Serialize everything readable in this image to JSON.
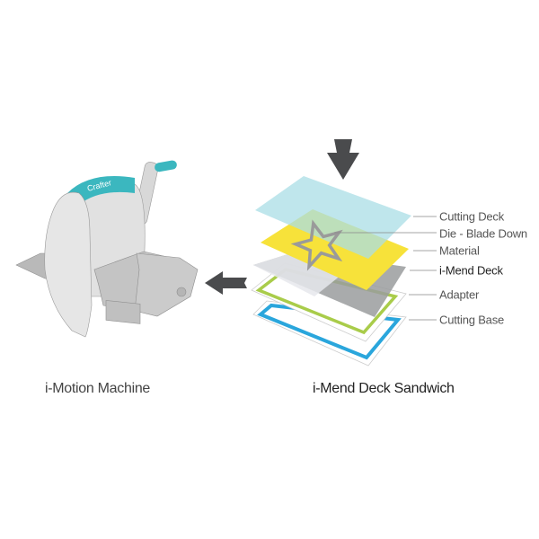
{
  "machine": {
    "caption": "i-Motion Machine",
    "logo": "Crafter"
  },
  "sandwich": {
    "caption": "i-Mend Deck Sandwich",
    "layers": [
      {
        "label": "Cutting Deck"
      },
      {
        "label": "Die - Blade Down"
      },
      {
        "label": "Material"
      },
      {
        "label": "i-Mend Deck"
      },
      {
        "label": "Adapter"
      },
      {
        "label": "Cutting Base"
      }
    ]
  },
  "colors": {
    "cutting_deck": "#a9dde6",
    "material": "#f7e23a",
    "adapter_border": "#a9cc4a",
    "base_border": "#2aa6dc",
    "handle": "#3bb7bf",
    "arrow": "#4a4b4d"
  }
}
